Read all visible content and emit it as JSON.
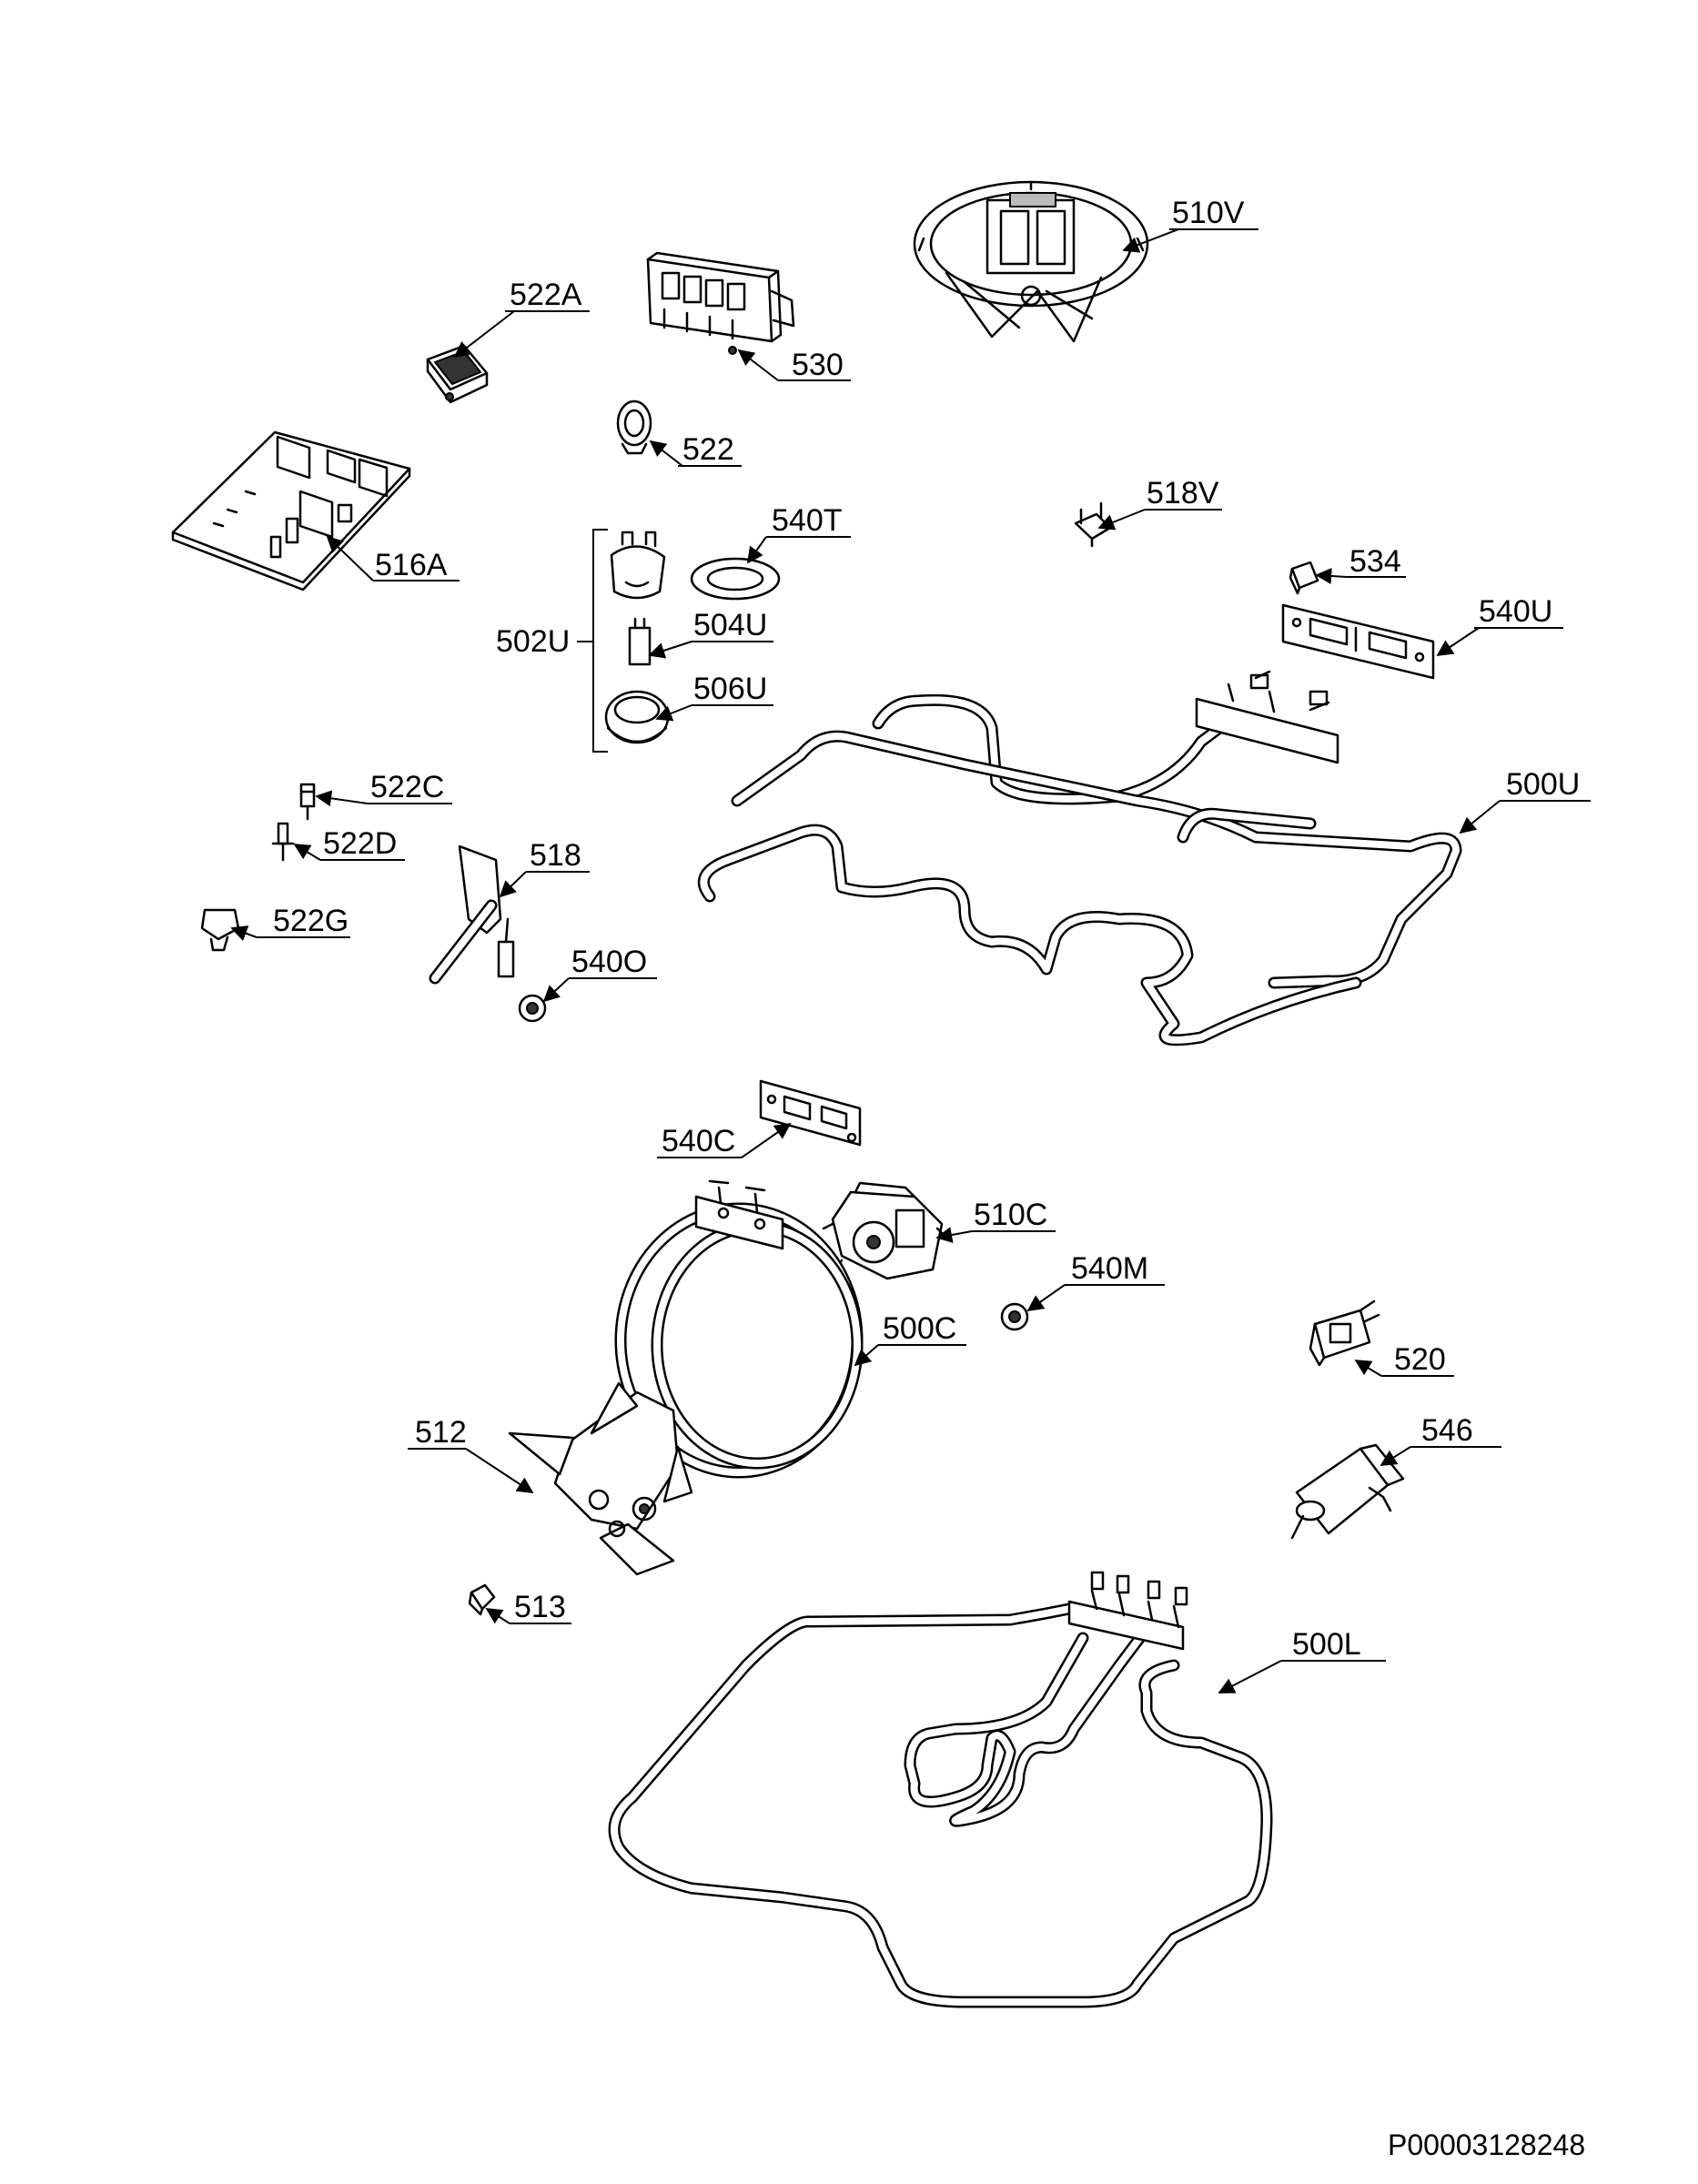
{
  "document_id": "P00003128248",
  "callouts": {
    "c510V": "510V",
    "c522A": "522A",
    "c530": "530",
    "c522": "522",
    "c516A": "516A",
    "c540T": "540T",
    "c502U": "502U",
    "c504U": "504U",
    "c506U": "506U",
    "c518V": "518V",
    "c534": "534",
    "c540U": "540U",
    "c500U": "500U",
    "c522C": "522C",
    "c522D": "522D",
    "c518": "518",
    "c522G": "522G",
    "c540O": "540O",
    "c540C": "540C",
    "c510C": "510C",
    "c540M": "540M",
    "c500C": "500C",
    "c520": "520",
    "c546": "546",
    "c512": "512",
    "c513": "513",
    "c500L": "500L"
  }
}
